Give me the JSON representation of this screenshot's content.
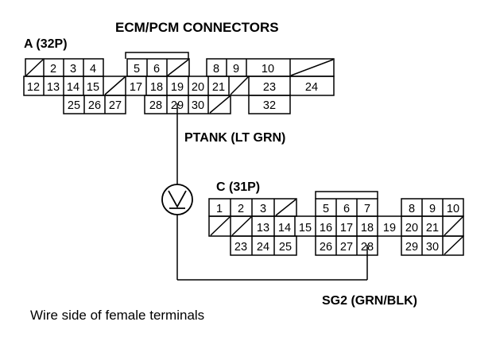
{
  "title": "ECM/PCM CONNECTORS",
  "connector_a": {
    "label": "A (32P)",
    "row1": [
      "",
      "2",
      "3",
      "4",
      "",
      "5",
      "6",
      "",
      "",
      "8",
      "9",
      "10",
      ""
    ],
    "row2": [
      "12",
      "13",
      "14",
      "15",
      "",
      "17",
      "18",
      "19",
      "20",
      "21",
      "",
      "23",
      "24"
    ],
    "row3": [
      "25",
      "26",
      "27",
      "28",
      "29",
      "30",
      "",
      "32"
    ]
  },
  "connector_c": {
    "label": "C (31P)",
    "row1": [
      "1",
      "2",
      "3",
      "",
      "5",
      "6",
      "7",
      "8",
      "9",
      "10"
    ],
    "row2": [
      "",
      "",
      "13",
      "14",
      "15",
      "16",
      "17",
      "18",
      "19",
      "20",
      "21",
      ""
    ],
    "row3": [
      "23",
      "24",
      "25",
      "26",
      "27",
      "28",
      "29",
      "30",
      ""
    ]
  },
  "wire_top_label": "PTANK (LT GRN)",
  "wire_bottom_label": "SG2 (GRN/BLK)",
  "meter_icon": "voltmeter-icon",
  "footnote": "Wire side of female terminals"
}
